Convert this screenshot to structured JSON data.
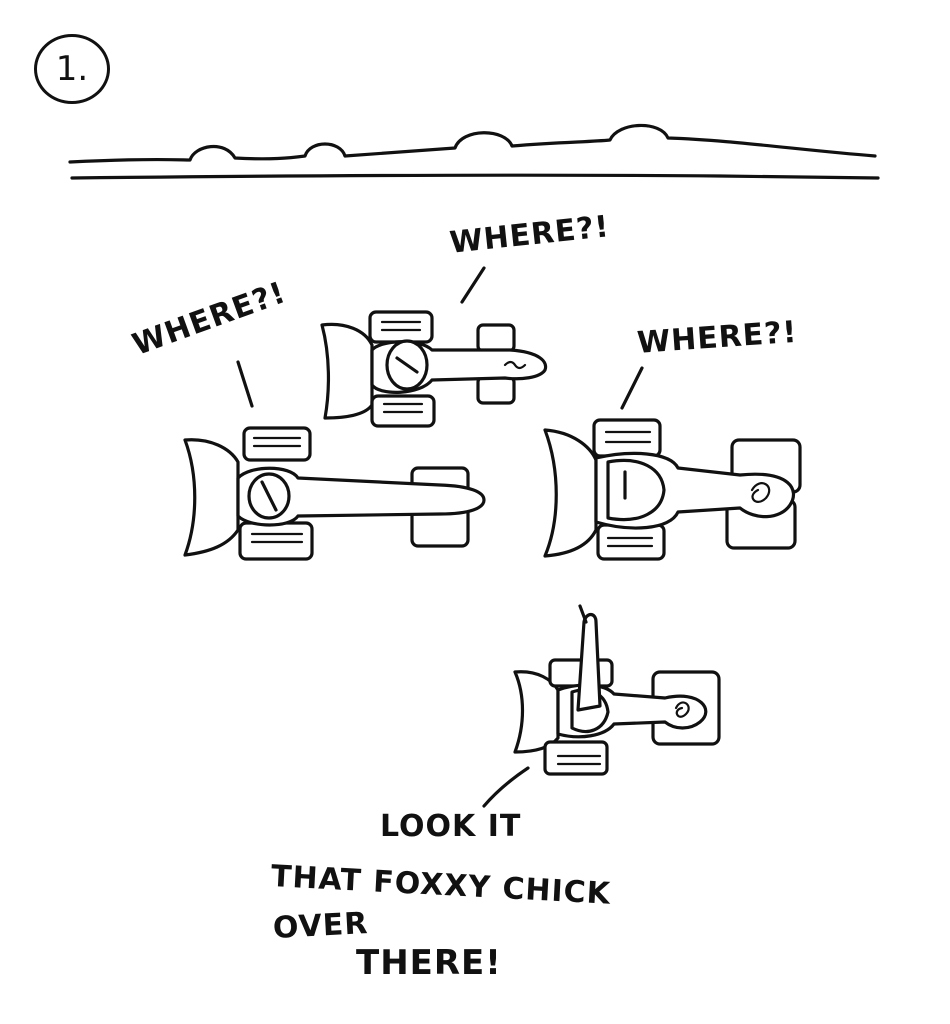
{
  "comic": {
    "panel_number": "1.",
    "speech": {
      "where_left": "WHERE?!",
      "where_top": "WHERE?!",
      "where_right": "WHERE?!",
      "look_line1": "LOOK IT",
      "look_line2": "THAT FOXXY CHICK",
      "look_line3": "OVER",
      "look_line4": "THERE!"
    },
    "colors": {
      "ink": "#111111",
      "paper": "#ffffff"
    }
  }
}
